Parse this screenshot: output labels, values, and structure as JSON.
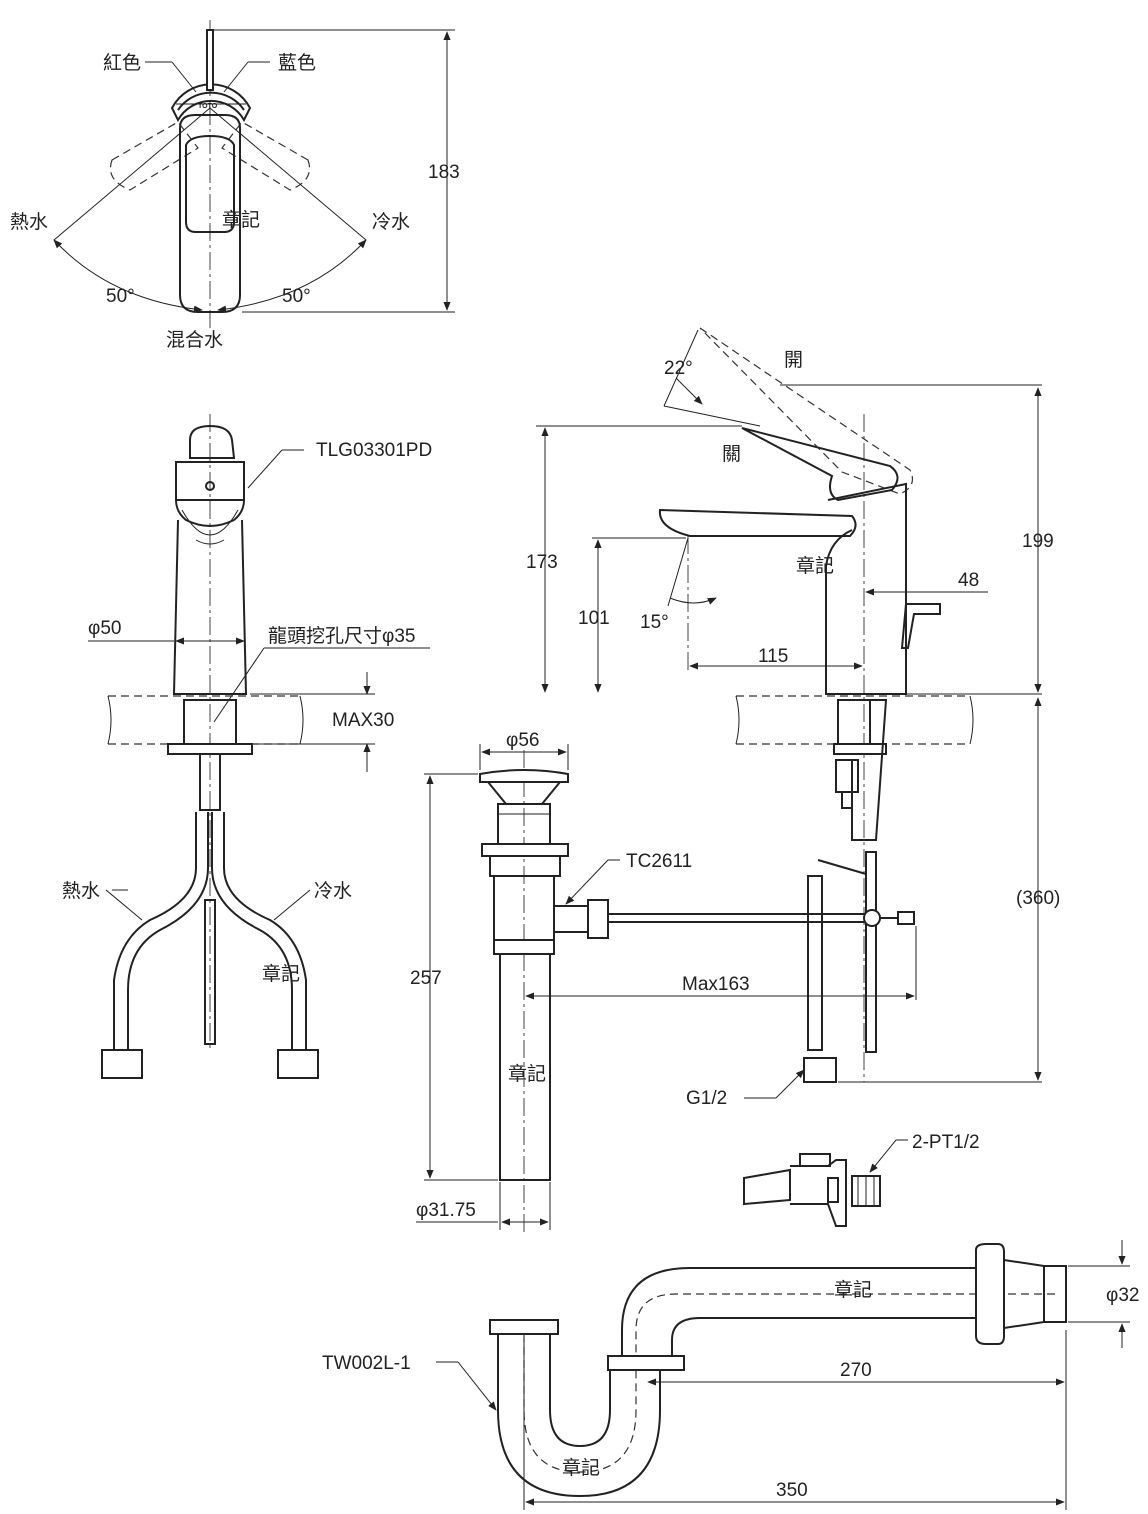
{
  "top_view": {
    "label_red": "紅色",
    "label_blue": "藍色",
    "brand": "TOTO",
    "mark": "章記",
    "hot": "熱水",
    "cold": "冷水",
    "angle_left": "50°",
    "angle_right": "50°",
    "mixed": "混合水",
    "height": "183"
  },
  "front_view": {
    "model": "TLG03301PD",
    "diameter": "φ50",
    "hole_size": "龍頭挖孔尺寸φ35",
    "max_thickness": "MAX30",
    "hot": "熱水",
    "cold": "冷水",
    "mark": "章記"
  },
  "side_view": {
    "angle_open": "22°",
    "open": "開",
    "close": "關",
    "height_total": "199",
    "height_lever": "173",
    "height_spout": "101",
    "angle_spout": "15°",
    "reach": "115",
    "offset": "48",
    "mark": "章記",
    "hose_length": "(360)",
    "connector": "G1/2"
  },
  "drain": {
    "top_diameter": "φ56",
    "model": "TC2611",
    "length": "257",
    "rod_max": "Max163",
    "mark": "章記",
    "pipe_diameter": "φ31.75"
  },
  "valve": {
    "model": "2-PT1/2"
  },
  "trap": {
    "model": "TW002L-1",
    "mark_top": "章記",
    "mark_bottom": "章記",
    "diameter": "φ32",
    "length_inner": "270",
    "length_total": "350"
  }
}
